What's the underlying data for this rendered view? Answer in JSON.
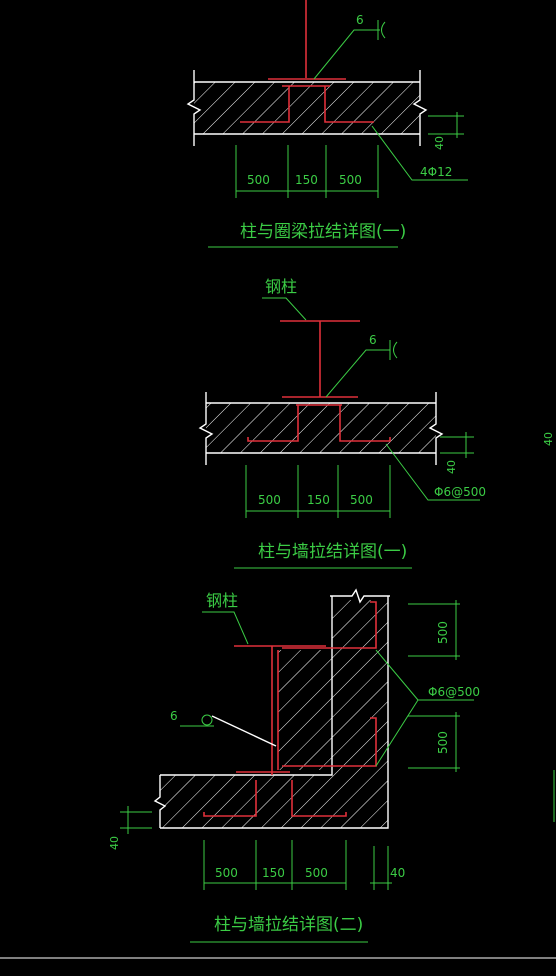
{
  "colors": {
    "background": "#000000",
    "outline": "#ffffff",
    "rebar": "#e0303a",
    "annotation": "#3bcc45"
  },
  "detail1": {
    "weld_size": "6",
    "dim_left": "500",
    "dim_mid": "150",
    "dim_right": "500",
    "cover": "40",
    "rebar_label": "4Φ12",
    "title": "柱与圈梁拉结详图(一)"
  },
  "detail2": {
    "column_label": "钢柱",
    "weld_size": "6",
    "dim_left": "500",
    "dim_mid": "150",
    "dim_right": "500",
    "cover": "40",
    "rebar_label": "Φ6@500",
    "title": "柱与墙拉结详图(一)",
    "side_cover": "40"
  },
  "detail3": {
    "column_label": "钢柱",
    "weld_size": "6",
    "vert_dim_top": "500",
    "vert_dim_bottom": "500",
    "rebar_label": "Φ6@500",
    "cover_left": "40",
    "dim_left": "500",
    "dim_mid": "150",
    "dim_right": "500",
    "cover_right": "40",
    "title": "柱与墙拉结详图(二)"
  }
}
